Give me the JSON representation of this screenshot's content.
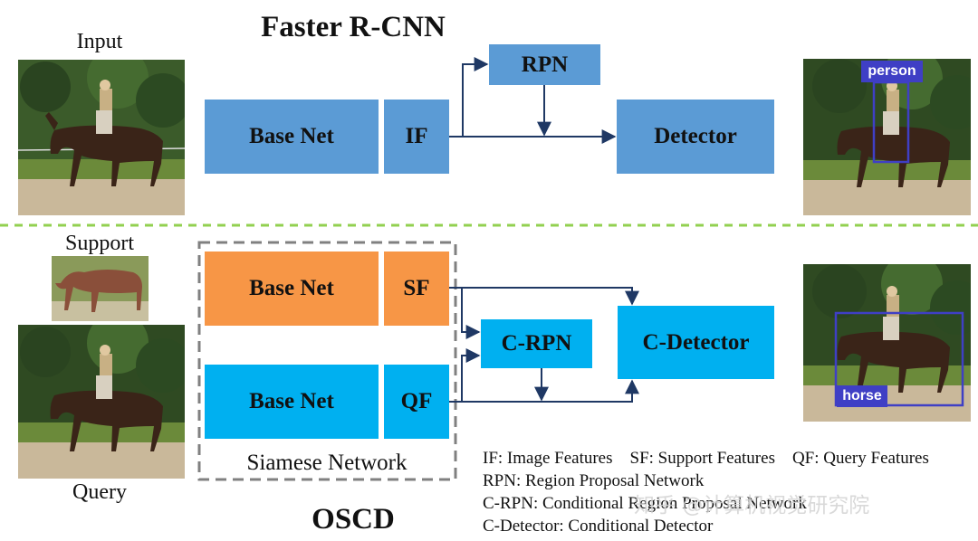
{
  "top": {
    "title": "Faster R-CNN",
    "input_label": "Input",
    "boxes": {
      "base_net": "Base Net",
      "if": "IF",
      "rpn": "RPN",
      "detector": "Detector"
    },
    "detection_tag": "person"
  },
  "bottom": {
    "title": "OSCD",
    "support_label": "Support",
    "query_label": "Query",
    "siamese_label": "Siamese Network",
    "boxes": {
      "base_net_top": "Base Net",
      "sf": "SF",
      "base_net_bottom": "Base Net",
      "qf": "QF",
      "c_rpn": "C-RPN",
      "c_detector": "C-Detector"
    },
    "detection_tag": "horse"
  },
  "legend": {
    "line1": "IF: Image Features    SF: Support Features    QF: Query Features",
    "line2": "RPN: Region Proposal Network",
    "line3": "C-RPN: Conditional Region Proposal Network",
    "line4": "C-Detector: Conditional Detector"
  },
  "watermark": "知乎 @计算机视觉研究院",
  "colors": {
    "blue": "#5b9bd5",
    "cyan": "#00b0f0",
    "orange": "#f79646",
    "arrow": "#1f3864",
    "divider": "#92d050",
    "tag": "#3f3fc5"
  }
}
